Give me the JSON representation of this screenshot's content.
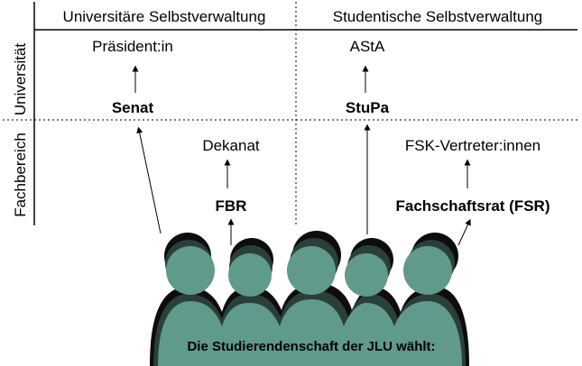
{
  "columns": {
    "left": "Universitäre Selbstverwaltung",
    "right": "Studentische Selbstverwaltung"
  },
  "rows": {
    "top": "Universität",
    "bottom": "Fachbereich"
  },
  "nodes": {
    "praesident": "Präsident:in",
    "senat": "Senat",
    "dekanat": "Dekanat",
    "fbr": "FBR",
    "asta": "AStA",
    "stupa": "StuPa",
    "fsk": "FSK-Vertreter:innen",
    "fsr": "Fachschaftsrat (FSR)"
  },
  "footer": "Die Studierendenschaft der JLU wählt:",
  "colors": {
    "person_front": "#5f9a8c",
    "person_mid": "#2b3f3a",
    "person_back": "#0d0d0d",
    "line": "#000000"
  }
}
